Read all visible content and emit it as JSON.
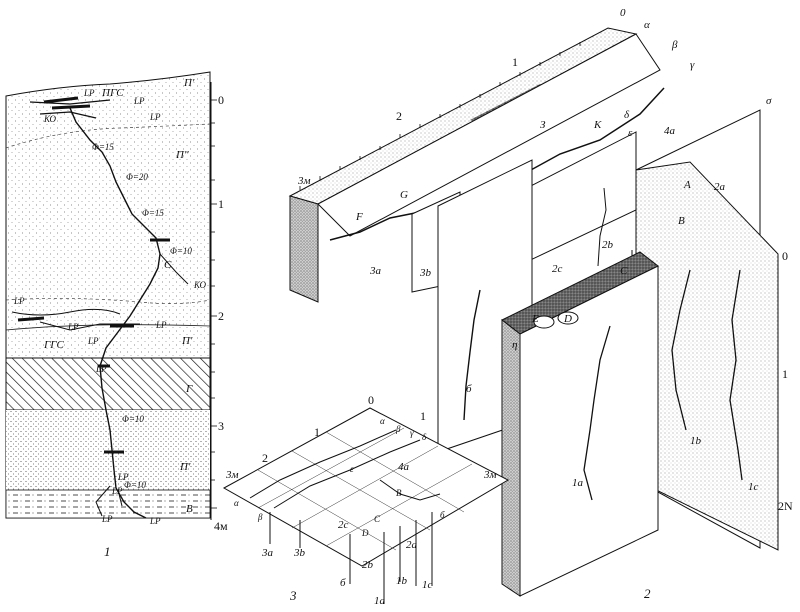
{
  "figure_captions": [
    "1",
    "2",
    "3"
  ],
  "panel1": {
    "layer_labels": [
      "П'",
      "П''",
      "П'",
      "Г",
      "П'",
      "В"
    ],
    "soil_labels": [
      "ПГС",
      "ГГС"
    ],
    "root_labels": [
      "LP",
      "LP",
      "LP",
      "LP",
      "LP",
      "LP",
      "LP",
      "LP",
      "LP",
      "LP",
      "LP",
      "LP"
    ],
    "tag_labels": [
      "КО",
      "КО"
    ],
    "diam_labels": [
      "Φ=15",
      "Φ=20",
      "Φ=15",
      "Φ=10",
      "Φ=10",
      "Φ=10"
    ],
    "axis_ticks": [
      "0",
      "1",
      "2",
      "3",
      "4м"
    ],
    "axis_letter": "С"
  },
  "panel2": {
    "top_letters": [
      "0",
      "α",
      "β",
      "γ",
      "σ"
    ],
    "top_numbers": [
      "1",
      "2"
    ],
    "letters": [
      "З",
      "К",
      "δ",
      "ε",
      "F",
      "G",
      "A",
      "B",
      "C",
      "D",
      "E",
      "η"
    ],
    "left_scale": "3м",
    "right_scale": [
      "0",
      "1",
      "2N"
    ],
    "side_numbers": [
      "1",
      "2"
    ],
    "root_tags": [
      "4а",
      "2а",
      "3а",
      "3b",
      "2c",
      "2b",
      "б",
      "1а",
      "1b",
      "1c"
    ]
  },
  "panel3": {
    "axis_numbers": [
      "0",
      "1",
      "2",
      "3м",
      "3м"
    ],
    "greek": [
      "α",
      "β",
      "γ",
      "δ",
      "ε",
      "β",
      "α",
      "б"
    ],
    "letters": [
      "B",
      "C",
      "D"
    ],
    "root_tags": [
      "4а",
      "3а",
      "3b",
      "2c",
      "2b",
      "2а",
      "1а",
      "1b",
      "1c",
      "б"
    ]
  }
}
